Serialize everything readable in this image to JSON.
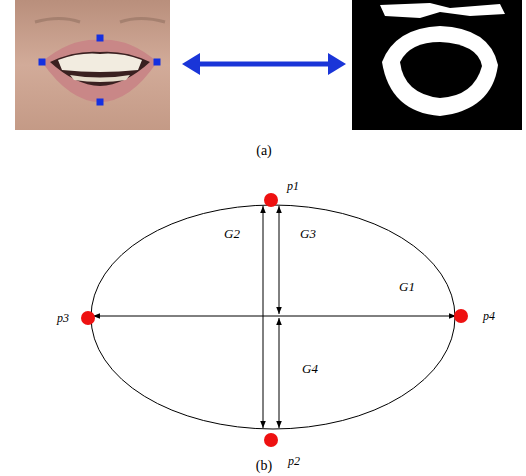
{
  "diagram": {
    "labels": [
      "(a)",
      "p1",
      "G2",
      "G3",
      "G1",
      "p3",
      "p4",
      "G4",
      "p2",
      "(b)"
    ]
  }
}
